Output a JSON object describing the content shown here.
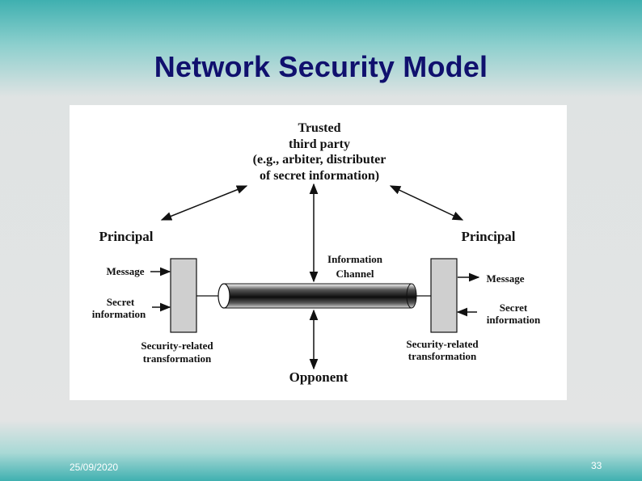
{
  "slide": {
    "title": "Network Security Model",
    "date": "25/09/2020",
    "page_number": "33"
  },
  "diagram": {
    "trusted_party": [
      "Trusted",
      "third party",
      "(e.g., arbiter, distributer",
      "of secret information)"
    ],
    "left_principal": "Principal",
    "right_principal": "Principal",
    "left_message": "Message",
    "right_message": "Message",
    "left_secret": [
      "Secret",
      "information"
    ],
    "right_secret": [
      "Secret",
      "information"
    ],
    "info_channel": [
      "Information",
      "Channel"
    ],
    "left_transform": [
      "Security-related",
      "transformation"
    ],
    "right_transform": [
      "Security-related",
      "transformation"
    ],
    "opponent": "Opponent"
  }
}
